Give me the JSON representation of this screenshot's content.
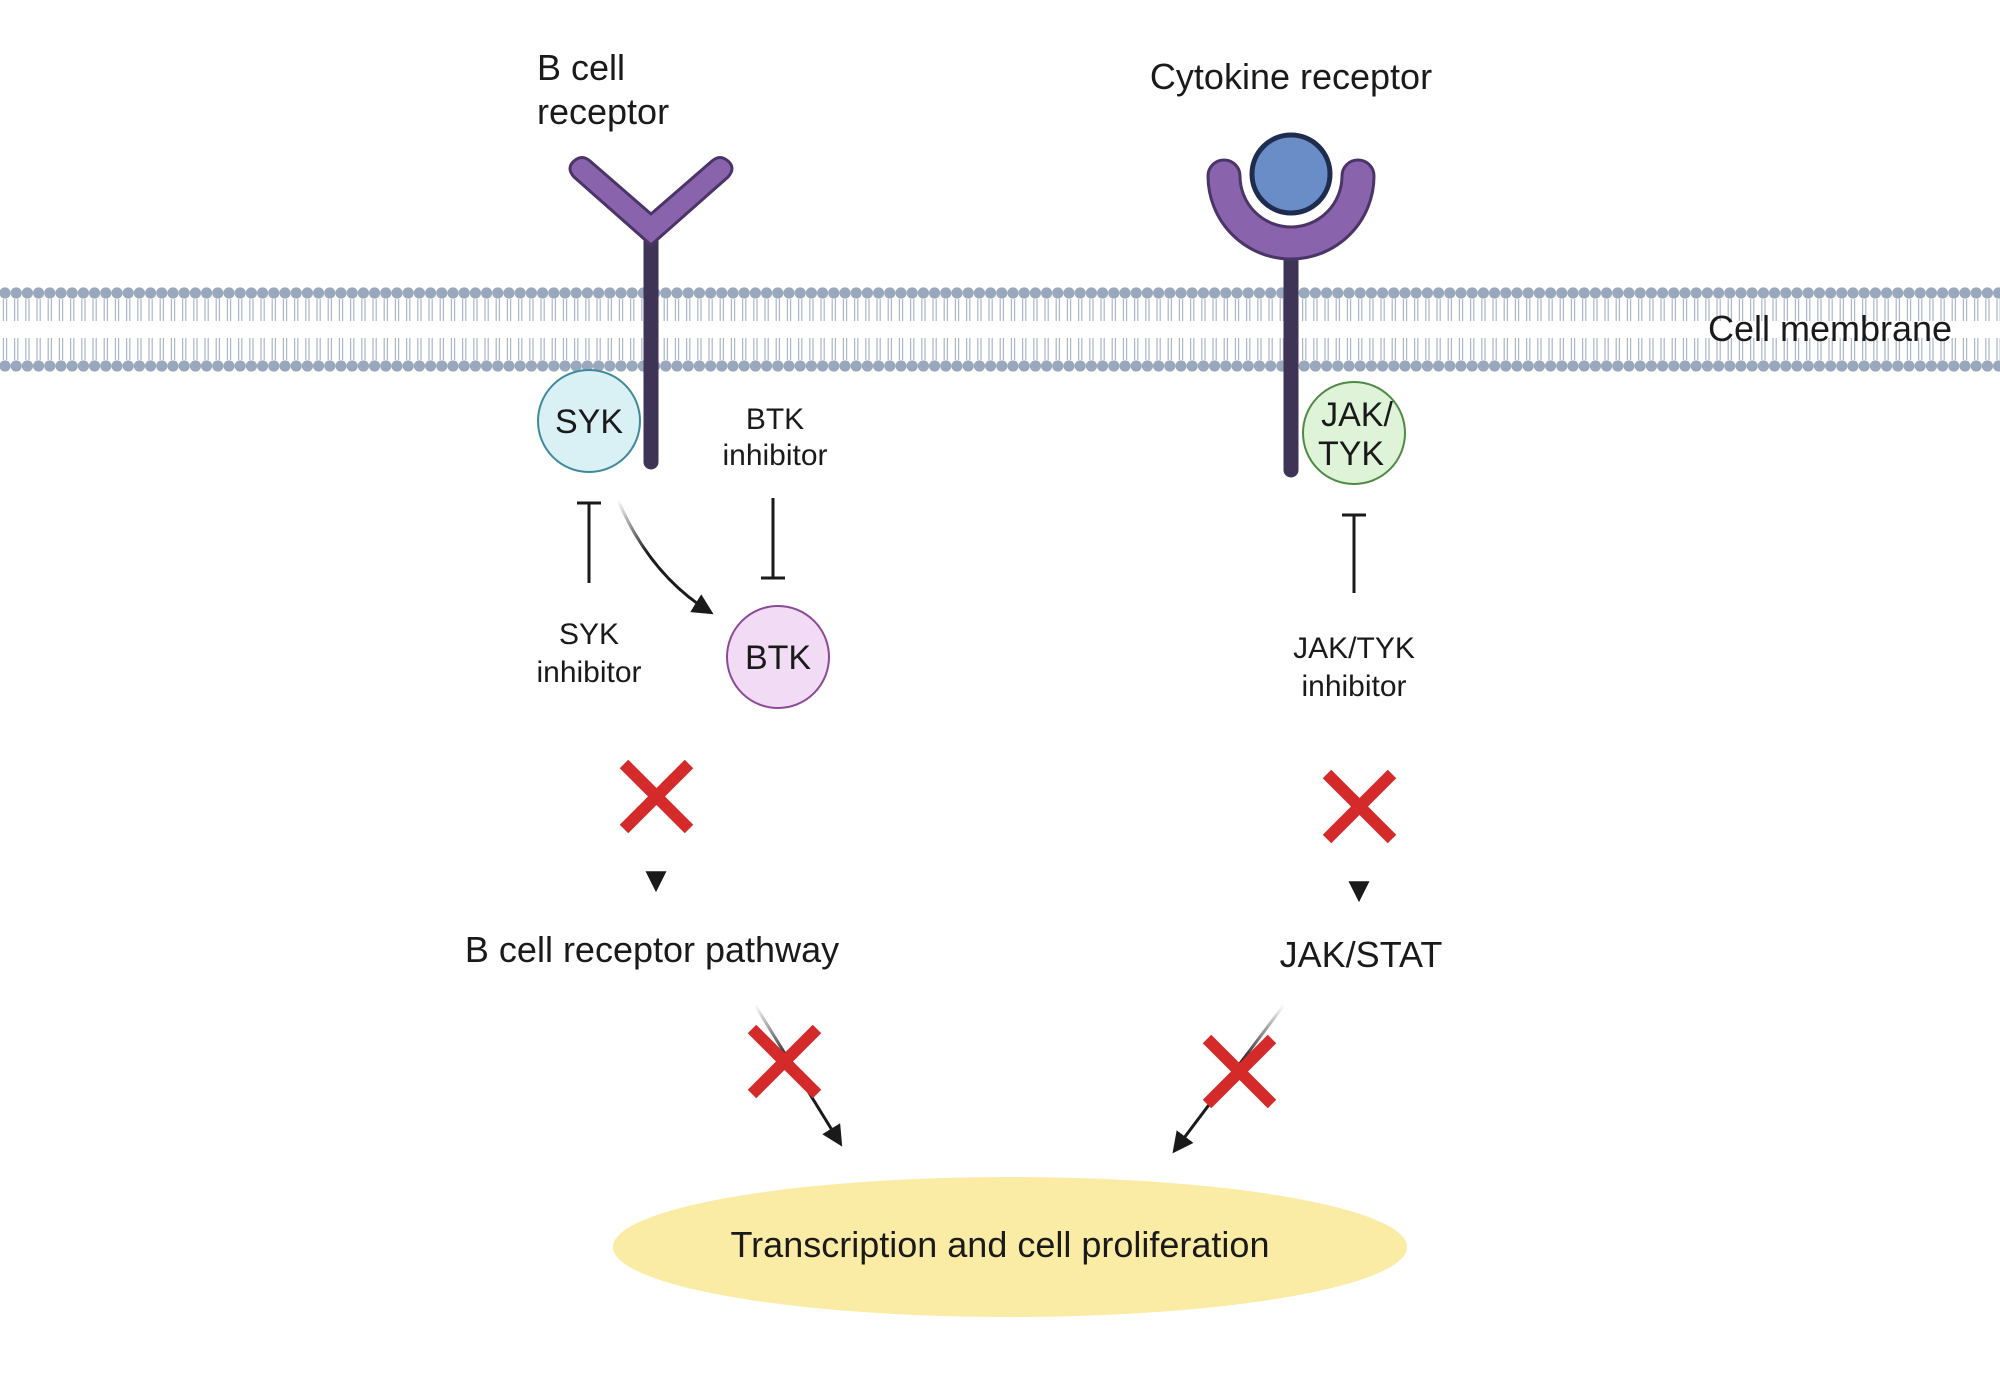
{
  "labels": {
    "bcr_line1": "B cell",
    "bcr_line2": "receptor",
    "cytokine_receptor": "Cytokine receptor",
    "cell_membrane": "Cell membrane",
    "syk": "SYK",
    "btk_inhibitor_line1": "BTK",
    "btk_inhibitor_line2": "inhibitor",
    "syk_inhibitor_line1": "SYK",
    "syk_inhibitor_line2": "inhibitor",
    "btk": "BTK",
    "jak_tyk_line1": "JAK/",
    "jak_tyk_line2": "TYK",
    "jak_tyk_inhibitor_line1": "JAK/TYK",
    "jak_tyk_inhibitor_line2": "inhibitor",
    "bcr_pathway": "B cell receptor pathway",
    "jak_stat": "JAK/STAT",
    "transcription": "Transcription and cell proliferation"
  },
  "colors": {
    "receptor": "#8a63ad",
    "receptor_stroke": "#4a3468",
    "stem": "#3e3455",
    "ligand": "#6a8cc7",
    "ligand_stroke": "#1e2d4f",
    "membrane_head": "#9aa8bd",
    "membrane_tail": "#aab6c8",
    "syk_fill": "#d9f0f5",
    "syk_stroke": "#3f8a9a",
    "btk_fill": "#f2dcf5",
    "btk_stroke": "#8a4a96",
    "jak_fill": "#def3d8",
    "jak_stroke": "#4f8a44",
    "block_x": "#d42a2a",
    "nucleus": "#faeba5"
  }
}
